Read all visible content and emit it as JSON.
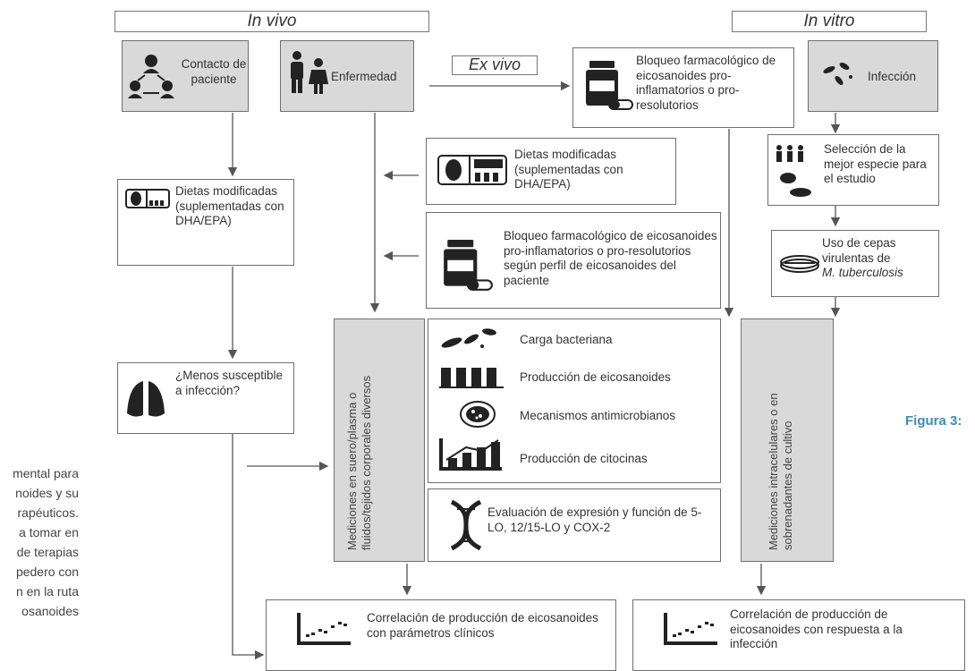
{
  "headers": {
    "in_vivo": "In vivo",
    "in_vitro": "In vitro",
    "ex_vivo": "Ex vivo"
  },
  "boxes": {
    "contacto": "Contacto de paciente",
    "enfermedad": "Enfermedad",
    "bloqueo_top": "Bloqueo farmacológico de eicosanoides pro-inflamatorios o pro-resolutorios",
    "infeccion": "Infección",
    "dietas_left": "Dietas modificadas (suplementadas con DHA/EPA)",
    "dietas_mid": "Dietas modificadas (suplementadas con DHA/EPA)",
    "bloqueo_mid": "Bloqueo farmacológico de eicosanoides pro-inflamatorios o pro-resolutorios según perfil de eicosanoides del paciente",
    "seleccion": "Selección de la mejor especie para el estudio",
    "cepas_1": "Uso de cepas virulentas de",
    "cepas_2": "M. tuberculosis",
    "menos": "¿Menos susceptible a infección?",
    "mediciones_suero": "Mediciones en suero/plasma o fluidos/tejidos corporales diversos",
    "mediciones_intra": "Mediciones intracelulares o en sobrenadantes de cultivo",
    "carga": "Carga bacteriana",
    "produccion_eico": "Producción de eicosanoides",
    "mecanismos": "Mecanismos antimicrobianos",
    "citocinas": "Producción de citocinas",
    "evaluacion": "Evaluación de expresión y función de 5-LO, 12/15-LO y COX-2",
    "correlacion_left": "Correlación de producción de eicosanoides con parámetros clínicos",
    "correlacion_right": "Correlación de producción de eicosanoides con respuesta a la infección"
  },
  "figure": {
    "label": "Figura 3:",
    "caption_lines": [
      "mental para",
      "noides y su",
      "rapéuticos.",
      "a tomar en",
      "de terapias",
      "pedero con",
      "n en la ruta",
      "osanoides"
    ]
  },
  "colors": {
    "grey_box": "#d9d9d9",
    "border": "#6f6f6f",
    "accent": "#3a8fb7"
  }
}
